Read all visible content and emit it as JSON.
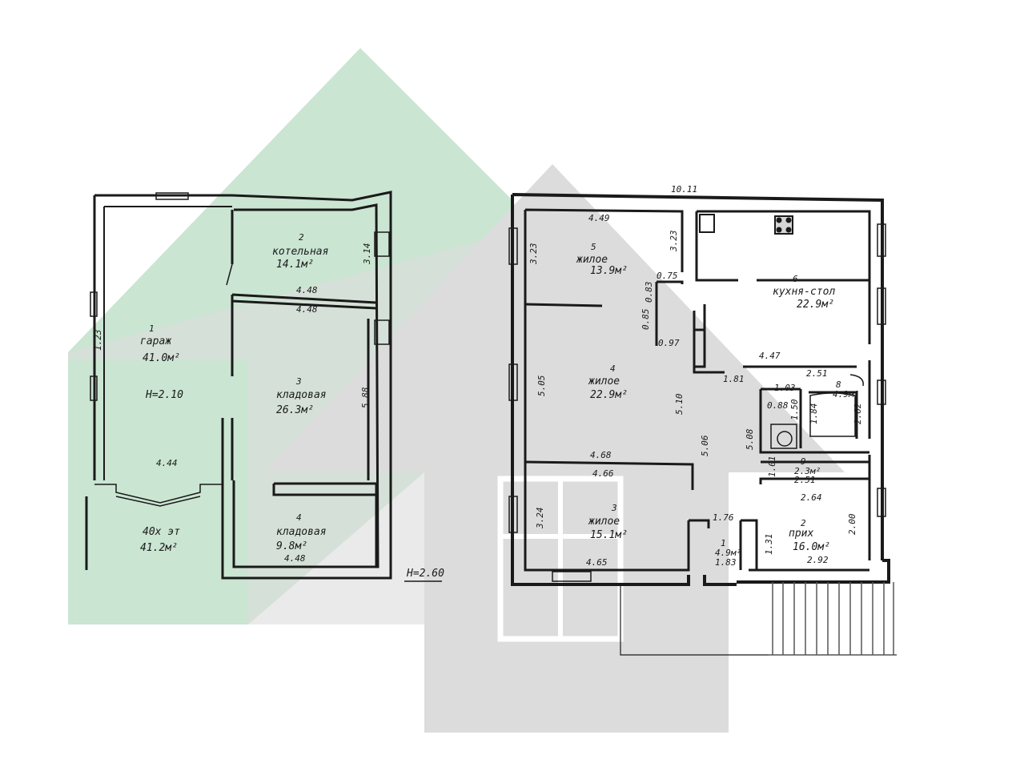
{
  "colors": {
    "house_green": "#c7e4d0",
    "house_gray": "#dcdcdc",
    "ink": "#1a1a1a"
  },
  "annex": {
    "height_label": "Н=2.60",
    "rooms": [
      {
        "id": "garage",
        "num": "1",
        "name": "гараж",
        "area": "41.0м²",
        "extra": "Н=2.10"
      },
      {
        "id": "boiler",
        "num": "2",
        "name": "котельная",
        "area": "14.1м²"
      },
      {
        "id": "storage3",
        "num": "3",
        "name": "кладовая",
        "area": "26.3м²"
      },
      {
        "id": "storage4",
        "num": "4",
        "name": "кладовая",
        "area": "9.8м²"
      },
      {
        "id": "porch",
        "num": "",
        "name": "40х эт",
        "area": "41.2м²"
      }
    ],
    "dims": [
      "1.23",
      "4.48",
      "4.48",
      "3.14",
      "5.88",
      "4.44",
      "4.48"
    ]
  },
  "house": {
    "width_label": "10.11",
    "rooms": [
      {
        "id": "living5",
        "num": "5",
        "name": "жилое",
        "area": "13.9м²"
      },
      {
        "id": "kitchen",
        "num": "6",
        "name": "кухня-стол",
        "area": "22.9м²"
      },
      {
        "id": "living4",
        "num": "4",
        "name": "жилое",
        "area": "22.9м²"
      },
      {
        "id": "living3",
        "num": "3",
        "name": "жилое",
        "area": "15.1м²"
      },
      {
        "id": "bath",
        "num": "8",
        "name": "",
        "area": "4.9м²"
      },
      {
        "id": "wc",
        "num": "9",
        "name": "",
        "area": "2.3м²"
      },
      {
        "id": "hall",
        "num": "2",
        "name": "приx",
        "area": "16.0м²"
      },
      {
        "id": "vest",
        "num": "1",
        "name": "",
        "area": "4.9м²"
      }
    ],
    "dims": [
      "4.49",
      "3.23",
      "3.23",
      "0.83",
      "0.75",
      "0.85",
      "0.97",
      "4.47",
      "1.81",
      "2.51",
      "1.03",
      "0.88",
      "1.84",
      "1.50",
      "2.62",
      "5.05",
      "5.10",
      "5.08",
      "5.06",
      "4.68",
      "4.66",
      "1.01",
      "2.51",
      "2.64",
      "3.24",
      "1.76",
      "1.31",
      "1.83",
      "2.92",
      "2.00",
      "4.65"
    ]
  }
}
